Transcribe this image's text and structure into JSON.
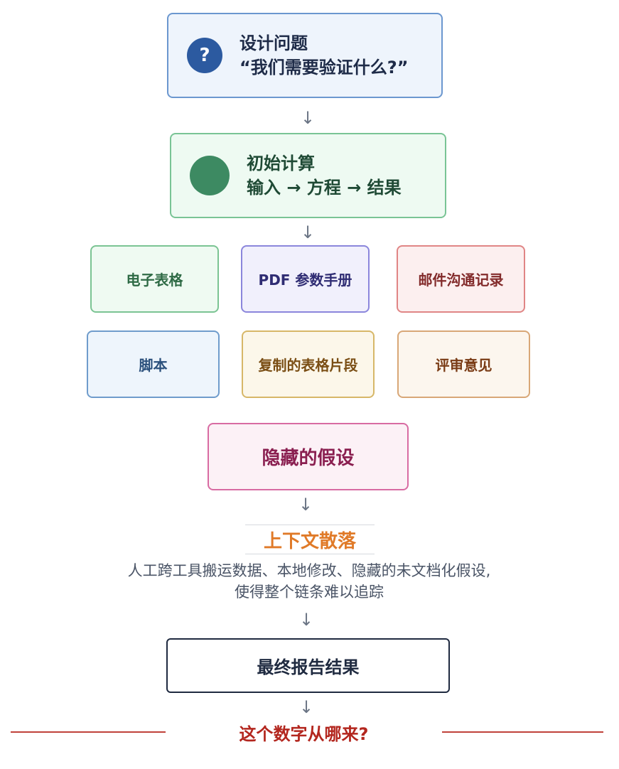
{
  "design": {
    "icon": "question-icon",
    "icon_glyph": "?",
    "title": "设计问题",
    "subtitle": "“我们需要验证什么?”"
  },
  "calc": {
    "icon": "circle-icon",
    "title": "初始计算",
    "subtitle": "输入 → 方程 → 结果"
  },
  "sources": {
    "spreadsheet": "电子表格",
    "pdf": "PDF 参数手册",
    "email": "邮件沟通记录",
    "script": "脚本",
    "copy": "复制的表格片段",
    "review": "评审意见"
  },
  "hidden": "隐藏的假设",
  "scatter": {
    "title": "上下文散落",
    "desc_line1": "人工跨工具搬运数据、本地修改、隐藏的未文档化假设,",
    "desc_line2": "使得整个链条难以追踪"
  },
  "final": "最终报告结果",
  "question": "这个数字从哪来?",
  "arrow_glyph": "↓",
  "colors": {
    "design_border": "#6b97cf",
    "calc_border": "#79c495",
    "hidden_border": "#d86ba2",
    "scatter_title": "#e07a28",
    "question": "#b3261e"
  }
}
